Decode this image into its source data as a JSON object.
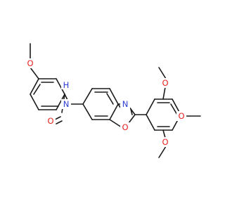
{
  "colors": {
    "bond": "#1a1a1a",
    "oxygen": "#e8231e",
    "nitrogen": "#2f3fd4",
    "background": "#ffffff"
  },
  "atom_labels": {
    "o_methoxy_left": "O",
    "o_carbonyl": "O",
    "n_amide": "N",
    "h_amide": "H",
    "n_oxazole": "N",
    "o_oxazole": "O",
    "o_methoxy_top": "O",
    "o_methoxy_middle": "O",
    "o_methoxy_bottom": "O"
  }
}
